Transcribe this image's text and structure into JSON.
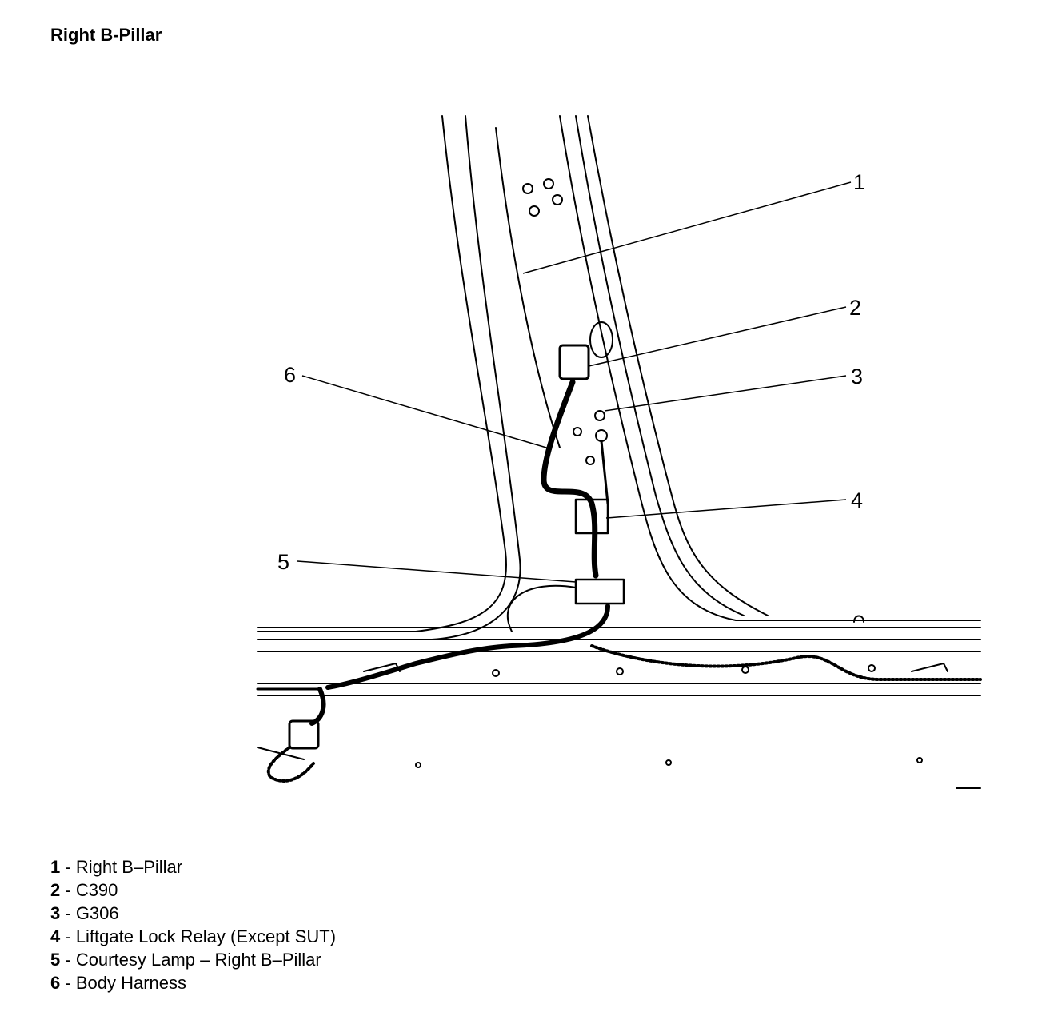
{
  "title": "Right B-Pillar",
  "callouts": [
    {
      "num": "1"
    },
    {
      "num": "2"
    },
    {
      "num": "3"
    },
    {
      "num": "4"
    },
    {
      "num": "5"
    },
    {
      "num": "6"
    }
  ],
  "legend": [
    {
      "num": "1",
      "sep": " - ",
      "text": "Right B–Pillar"
    },
    {
      "num": "2",
      "sep": " - ",
      "text": "C390"
    },
    {
      "num": "3",
      "sep": " - ",
      "text": "G306"
    },
    {
      "num": "4",
      "sep": " - ",
      "text": "Liftgate Lock Relay (Except SUT)"
    },
    {
      "num": "5",
      "sep": " - ",
      "text": "Courtesy Lamp – Right B–Pillar"
    },
    {
      "num": "6",
      "sep": " - ",
      "text": "Body Harness"
    }
  ]
}
